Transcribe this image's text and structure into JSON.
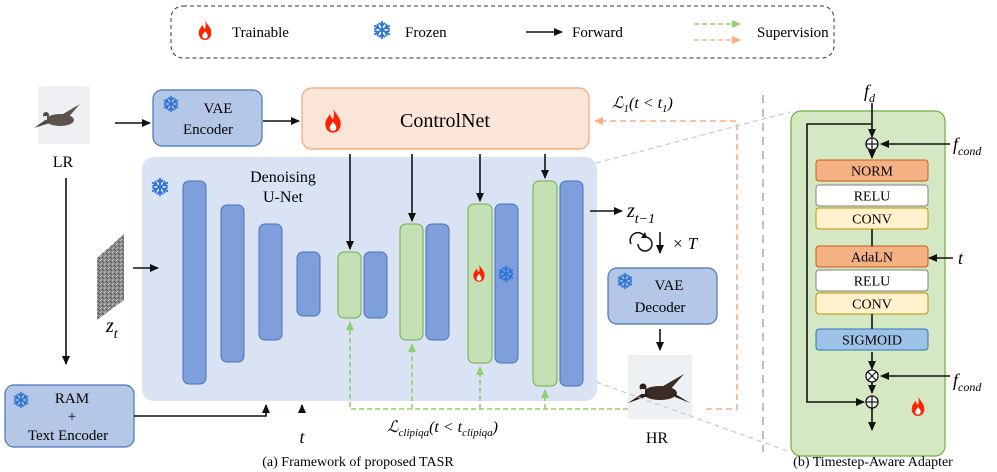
{
  "legend": {
    "trainable": "Trainable",
    "frozen": "Frozen",
    "forward": "Forward",
    "supervision": "Supervision"
  },
  "inputs": {
    "lr_label": "LR",
    "hr_label": "HR",
    "zt_label": "z",
    "zt_sub": "t",
    "t_label": "t"
  },
  "blocks": {
    "vae_encoder_l1": "VAE",
    "vae_encoder_l2": "Encoder",
    "controlnet": "ControlNet",
    "denoising_l1": "Denoising",
    "denoising_l2": "U-Net",
    "vae_decoder_l1": "VAE",
    "vae_decoder_l2": "Decoder",
    "ram_l1": "RAM",
    "ram_l2": "+",
    "ram_l3": "Text Encoder"
  },
  "math": {
    "z_prev": "z",
    "z_prev_sub": "t−1",
    "times_T": "× T",
    "loss1": "ℒ",
    "loss1_sub": "1",
    "loss1_cond": "(t < t",
    "loss1_cond_sub": "1",
    "loss1_close": ")",
    "loss_clip": "ℒ",
    "loss_clip_sub": "clipiqa",
    "loss_clip_cond": "(t < t",
    "loss_clip_cond_sub": "clipiqa",
    "loss_clip_close": ")"
  },
  "adapter": {
    "f_d": "f",
    "f_d_sub": "d",
    "f_cond": "f",
    "f_cond_sub": "cond",
    "t": "t",
    "layers": [
      "NORM",
      "RELU",
      "CONV",
      "AdaLN",
      "RELU",
      "CONV",
      "SIGMOID"
    ]
  },
  "captions": {
    "a": "(a) Framework of proposed TASR",
    "b": "(b) Timestep-Aware Adapter"
  },
  "colors": {
    "frozen_fill": "#b4c7e7",
    "frozen_stroke": "#4a72b8",
    "unet_panel": "#dae3f3",
    "bar_blue": "#7f9fdc",
    "bar_green": "#c5e0b4",
    "bar_green_stroke": "#70ad47",
    "controlnet_fill": "#fbe5d6",
    "controlnet_stroke": "#f4b183",
    "adapter_panel": "#d5e8c4",
    "norm_fill": "#f4b183",
    "cream_fill": "#fff2cc",
    "sigmoid_fill": "#9dc3e6",
    "sup_green": "#8fd16c",
    "sup_orange": "#f4b183",
    "flame": "#ff2200",
    "snow": "#2e75d6"
  }
}
